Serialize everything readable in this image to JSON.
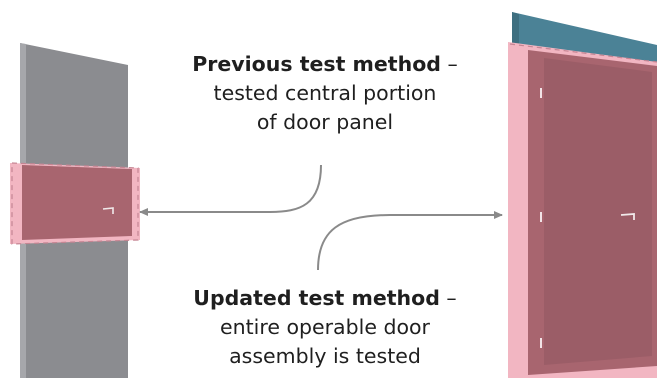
{
  "captions": {
    "previous": {
      "heading": "Previous test method",
      "dash": " –",
      "line2": "tested central portion",
      "line3": "of door panel"
    },
    "updated": {
      "heading": "Updated test method",
      "dash": " –",
      "line2": "entire operable door",
      "line3": "assembly is tested"
    }
  },
  "colors": {
    "door_panel": "#8b8c90",
    "test_area": "#a8656f",
    "test_area_edge": "#f2b6c2",
    "frame": "#4b8296",
    "arrow": "#8a8a8a",
    "text": "#1f1f1f"
  }
}
